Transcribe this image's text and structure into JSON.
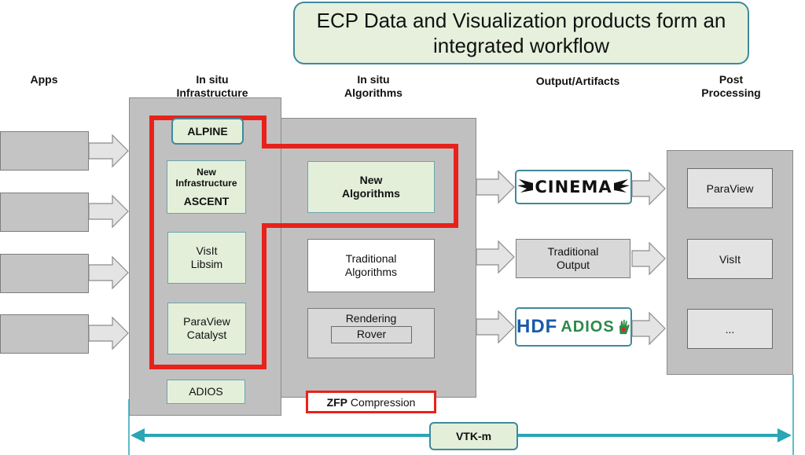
{
  "banner": {
    "title": "ECP Data and Visualization products form an integrated workflow"
  },
  "headers": {
    "apps": "Apps",
    "infra": "In situ Infrastructure",
    "algorithms": "In situ Algorithms",
    "output": "Output/Artifacts",
    "post": "Post Processing"
  },
  "infrastructure": {
    "alpine": "ALPINE",
    "new_infra": "New Infrastructure",
    "ascent": "ASCENT",
    "visit_libsim": "VisIt Libsim",
    "paraview_catalyst": "ParaView Catalyst",
    "adios": "ADIOS"
  },
  "algorithms": {
    "new": "New Algorithms",
    "traditional": "Traditional Algorithms",
    "rendering": "Rendering",
    "rover": "Rover",
    "zfp_bold": "ZFP",
    "zfp_rest": " Compression"
  },
  "outputs": {
    "cinema": "CINEMA",
    "traditional": "Traditional Output",
    "hdf": "HDF",
    "adios": "ADIOS"
  },
  "post": {
    "items": [
      "ParaView",
      "VisIt",
      "..."
    ]
  },
  "vtkm": "VTK-m",
  "colors": {
    "highlight": "#e8221b",
    "teal": "#3f8a9a",
    "green_fill": "#e3efd9",
    "arrow_teal": "#2aa6b6"
  }
}
